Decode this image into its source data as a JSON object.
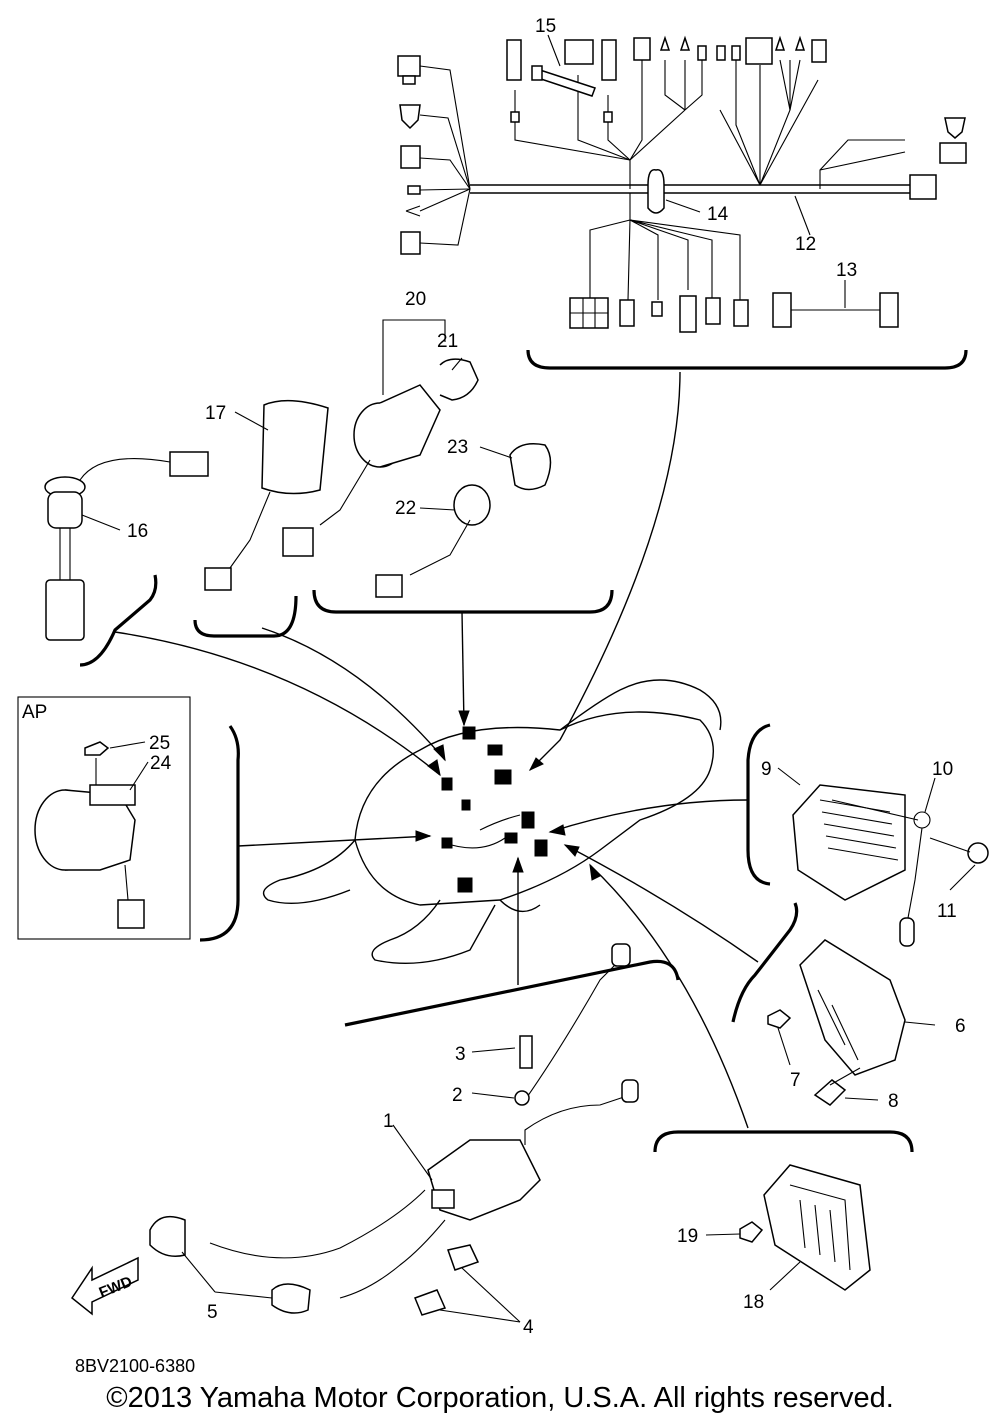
{
  "diagram": {
    "callouts": [
      "1",
      "2",
      "3",
      "4",
      "5",
      "6",
      "7",
      "8",
      "9",
      "10",
      "11",
      "12",
      "13",
      "14",
      "15",
      "16",
      "17",
      "18",
      "19",
      "20",
      "21",
      "22",
      "23",
      "24",
      "25"
    ],
    "inset_label": "AP",
    "direction_arrow": "FWD",
    "part_number": "8BV2100-6380"
  },
  "footer": {
    "copyright": "©2013 Yamaha Motor Corporation, U.S.A. All rights reserved."
  }
}
